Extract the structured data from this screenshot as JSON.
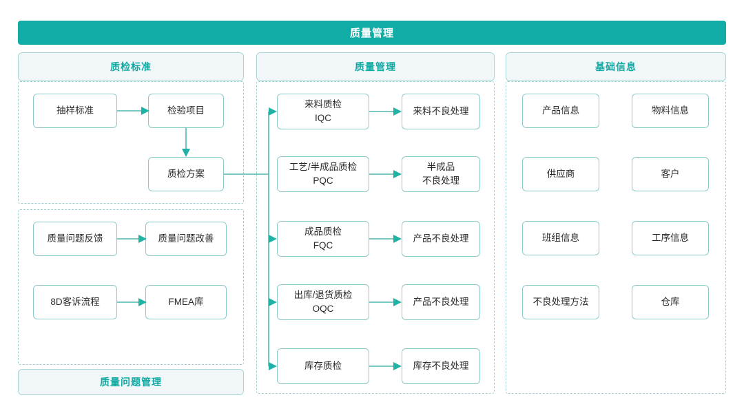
{
  "title": "质量管理",
  "colors": {
    "brand": "#12aca6",
    "header_bg": "#f1f7f9",
    "header_text": "#11a9a3",
    "node_border": "#8cc9c9",
    "dash_border": "#9fd0d2",
    "connector": "#4fb9ae",
    "arrow": "#21b2a6",
    "page_bg": "#ffffff",
    "node_text": "#2b2b2b"
  },
  "columns": {
    "left": {
      "header": "质检标准",
      "footer": "质量问题管理",
      "group_standards": [
        {
          "label": "抽样标准"
        },
        {
          "label": "检验项目"
        },
        {
          "label": "质检方案"
        }
      ],
      "group_issues": [
        {
          "label": "质量问题反馈"
        },
        {
          "label": "质量问题改善"
        },
        {
          "label": "8D客诉流程"
        },
        {
          "label": "FMEA库"
        }
      ]
    },
    "middle": {
      "header": "质量管理",
      "rows": [
        {
          "source": "来料质检\nIQC",
          "target": "来料不良处理"
        },
        {
          "source": "工艺/半成品质检\nPQC",
          "target": "半成品\n不良处理"
        },
        {
          "source": "成品质检\nFQC",
          "target": "产品不良处理"
        },
        {
          "source": "出库/退货质检\nOQC",
          "target": "产品不良处理"
        },
        {
          "source": "库存质检",
          "target": "库存不良处理"
        }
      ]
    },
    "right": {
      "header": "基础信息",
      "items": [
        {
          "label": "产品信息"
        },
        {
          "label": "物料信息"
        },
        {
          "label": "供应商"
        },
        {
          "label": "客户"
        },
        {
          "label": "班组信息"
        },
        {
          "label": "工序信息"
        },
        {
          "label": "不良处理方法"
        },
        {
          "label": "仓库"
        }
      ]
    }
  }
}
